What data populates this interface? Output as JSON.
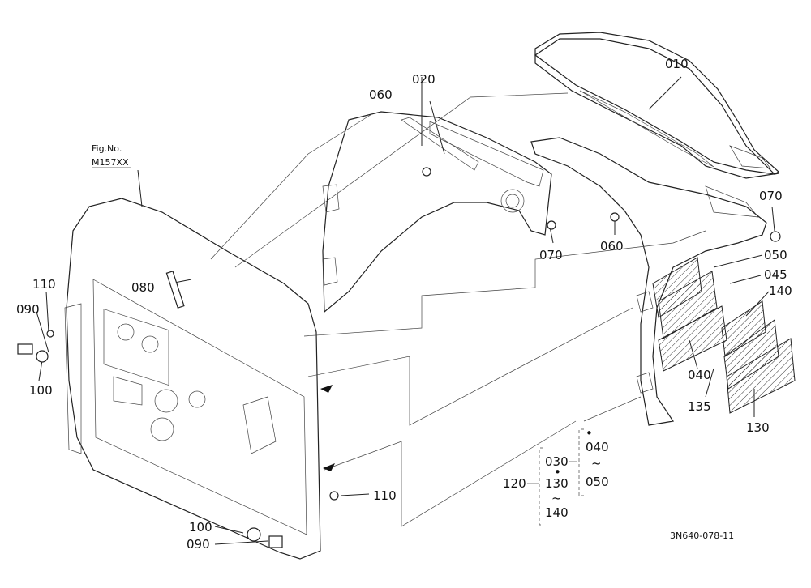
{
  "figure": {
    "fig_label": "Fig.No.",
    "fig_code": "M157XX",
    "drawing_id": "3N640-078-11"
  },
  "callouts": {
    "p010": "010",
    "p020": "020",
    "p060a": "060",
    "p060b": "060",
    "p070a": "070",
    "p070b": "070",
    "p050": "050",
    "p045": "045",
    "p140": "140",
    "p040": "040",
    "p135": "135",
    "p130": "130",
    "p080": "080",
    "p110a": "110",
    "p110b": "110",
    "p090a": "090",
    "p090b": "090",
    "p100a": "100",
    "p100b": "100"
  },
  "legend": {
    "g120": "120",
    "g030": "030",
    "g130": "130",
    "g140": "140",
    "g040": "040",
    "g050": "050",
    "dot": "•",
    "tilde": "~"
  }
}
